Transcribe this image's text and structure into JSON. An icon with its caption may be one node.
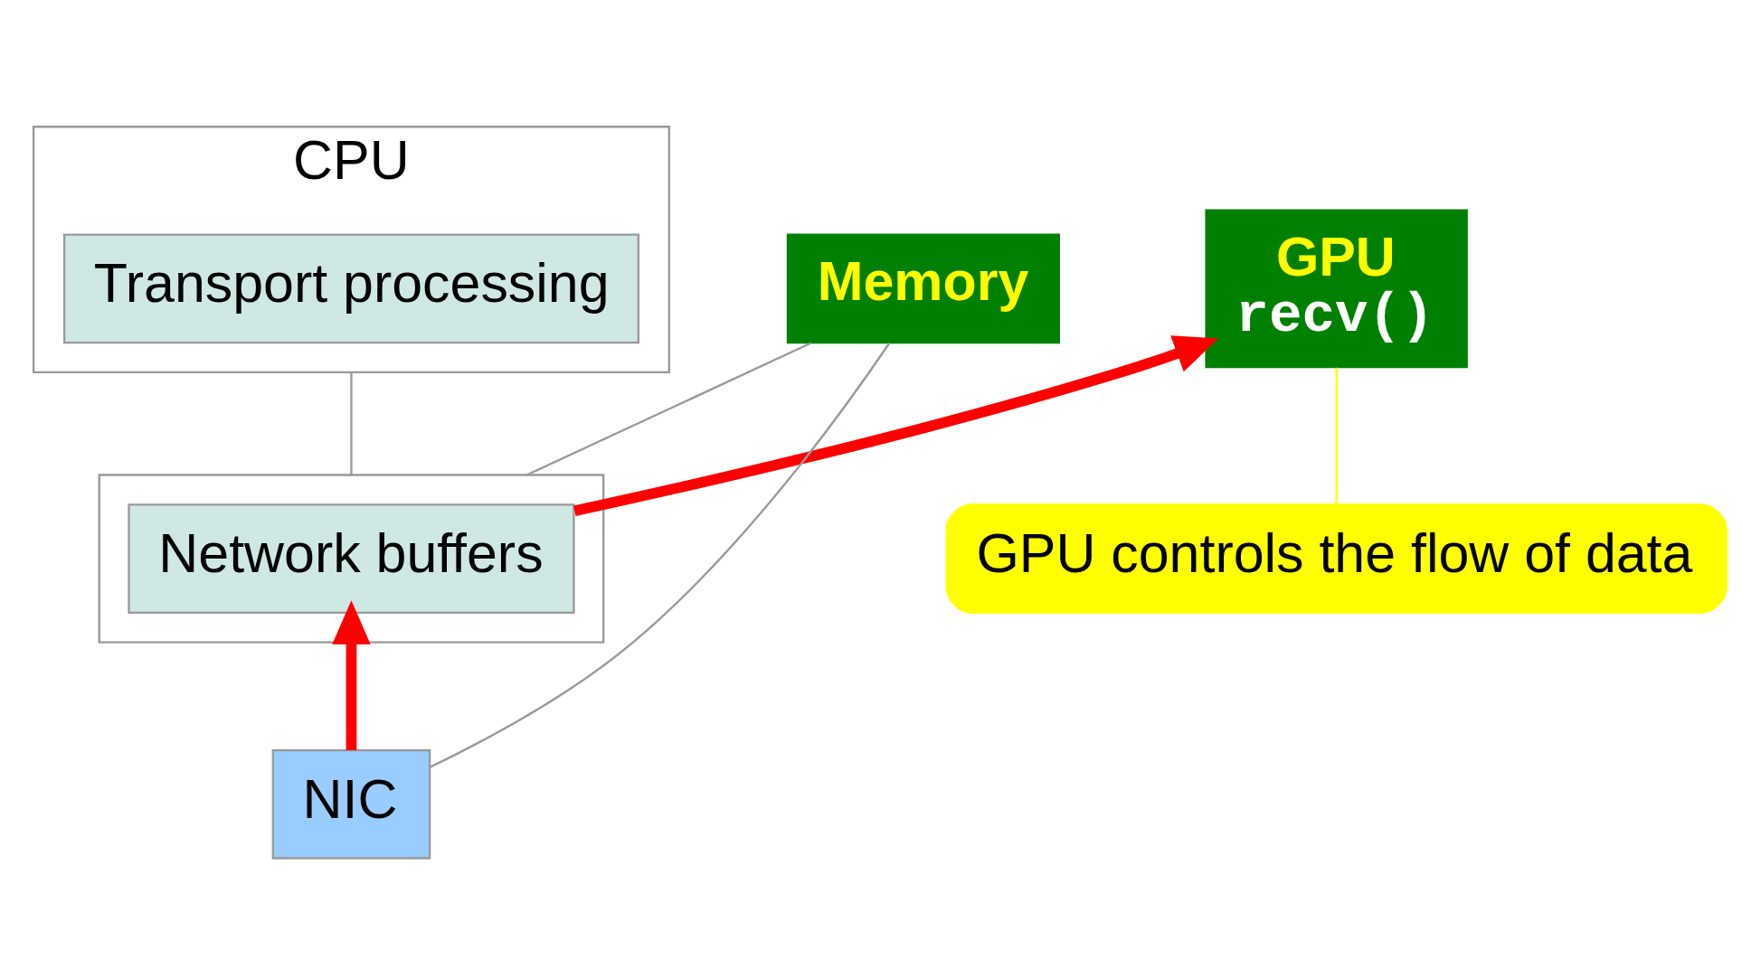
{
  "diagram": {
    "nodes": [
      {
        "text": [
          "CPU"
        ]
      },
      {
        "text": [
          "Transport processing"
        ],
        "in": 0
      },
      {
        "text": [],
        "shape": "box"
      },
      {
        "text": [
          "Network buffers"
        ],
        "in": 2
      },
      {
        "text": [
          "GPU",
          "recv()"
        ]
      },
      {
        "text": [
          "Memory"
        ]
      },
      {
        "text": [
          "GPU controls the flow of data"
        ]
      },
      {
        "text": [
          "NIC"
        ]
      }
    ],
    "edges": [
      {
        "from": 0,
        "to": 2,
        "arrow": "none"
      },
      {
        "from": 7,
        "to": 5,
        "arrow": "none"
      },
      {
        "from": 2,
        "to": 5,
        "arrow": "none"
      },
      {
        "from": 7,
        "to": 3,
        "arrow": "to",
        "style": "thick",
        "color": "#ff0000"
      },
      {
        "from": 3,
        "to": 4,
        "arrow": "to",
        "style": "thick",
        "color": "#ff0000"
      },
      {
        "from": 6,
        "to": 4,
        "arrow": "none",
        "color": "#ffff00"
      }
    ]
  }
}
